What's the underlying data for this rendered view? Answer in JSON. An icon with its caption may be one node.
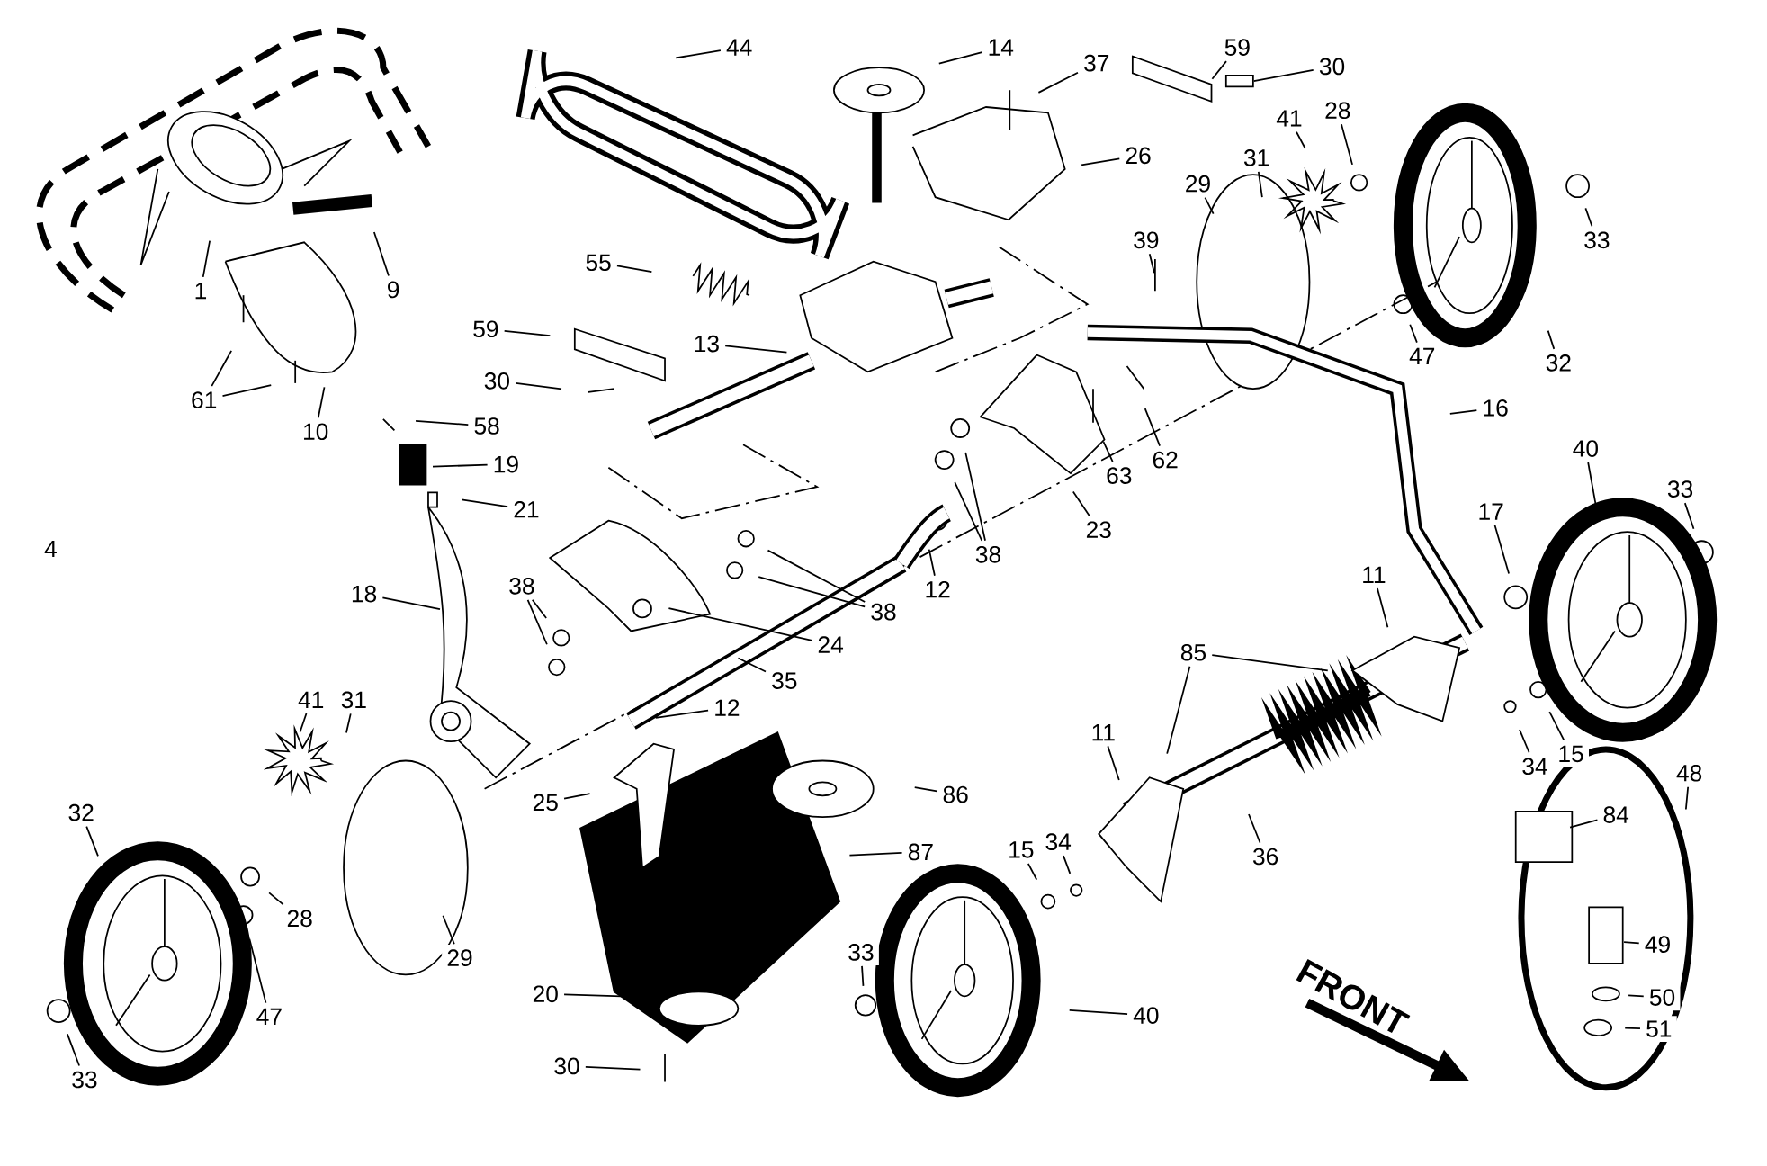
{
  "diagram": {
    "nodes": [
      {
        "text": [
          "1"
        ]
      },
      {
        "text": [
          "9"
        ]
      },
      {
        "text": [
          "61"
        ]
      },
      {
        "text": [
          "10"
        ]
      },
      {
        "text": [
          "44"
        ]
      },
      {
        "text": [
          "14"
        ]
      },
      {
        "text": [
          "37"
        ]
      },
      {
        "text": [
          "59"
        ]
      },
      {
        "text": [
          "30"
        ]
      },
      {
        "text": [
          "26"
        ]
      },
      {
        "text": [
          "41"
        ]
      },
      {
        "text": [
          "28"
        ]
      },
      {
        "text": [
          "31"
        ]
      },
      {
        "text": [
          "29"
        ]
      },
      {
        "text": [
          "33"
        ]
      },
      {
        "text": [
          "39"
        ]
      },
      {
        "text": [
          "55"
        ]
      },
      {
        "text": [
          "59"
        ]
      },
      {
        "text": [
          "13"
        ]
      },
      {
        "text": [
          "47"
        ]
      },
      {
        "text": [
          "32"
        ]
      },
      {
        "text": [
          "30"
        ]
      },
      {
        "text": [
          "16"
        ]
      },
      {
        "text": [
          "58"
        ]
      },
      {
        "text": [
          "40"
        ]
      },
      {
        "text": [
          "19"
        ]
      },
      {
        "text": [
          "62"
        ]
      },
      {
        "text": [
          "63"
        ]
      },
      {
        "text": [
          "33"
        ]
      },
      {
        "text": [
          "21"
        ]
      },
      {
        "text": [
          "17"
        ]
      },
      {
        "text": [
          "23"
        ]
      },
      {
        "text": [
          "38"
        ]
      },
      {
        "text": [
          "11"
        ]
      },
      {
        "text": [
          "38"
        ]
      },
      {
        "text": [
          "12"
        ]
      },
      {
        "text": [
          "18"
        ]
      },
      {
        "text": [
          "38"
        ]
      },
      {
        "text": [
          "24"
        ]
      },
      {
        "text": [
          "85"
        ]
      },
      {
        "text": [
          "35"
        ]
      },
      {
        "text": [
          "41"
        ]
      },
      {
        "text": [
          "31"
        ]
      },
      {
        "text": [
          "12"
        ]
      },
      {
        "text": [
          "11"
        ]
      },
      {
        "text": [
          "34"
        ]
      },
      {
        "text": [
          "15"
        ]
      },
      {
        "text": [
          "48"
        ]
      },
      {
        "text": [
          "25"
        ]
      },
      {
        "text": [
          "86"
        ]
      },
      {
        "text": [
          "32"
        ]
      },
      {
        "text": [
          "84"
        ]
      },
      {
        "text": [
          "15"
        ]
      },
      {
        "text": [
          "34"
        ]
      },
      {
        "text": [
          "87"
        ]
      },
      {
        "text": [
          "36"
        ]
      },
      {
        "text": [
          "28"
        ]
      },
      {
        "text": [
          "49"
        ]
      },
      {
        "text": [
          "33"
        ]
      },
      {
        "text": [
          "29"
        ]
      },
      {
        "text": [
          "20"
        ]
      },
      {
        "text": [
          "50"
        ]
      },
      {
        "text": [
          "40"
        ]
      },
      {
        "text": [
          "47"
        ]
      },
      {
        "text": [
          "51"
        ]
      },
      {
        "text": [
          "30"
        ]
      },
      {
        "text": [
          "33"
        ]
      },
      {
        "text": [],
        "shape": "box"
      },
      {
        "text": [],
        "shape": "box"
      }
    ],
    "edges": [
      {
        "from": 0,
        "to": null,
        "arrow": "none"
      },
      {
        "from": 1,
        "to": null,
        "arrow": "none"
      },
      {
        "from": 2,
        "to": null,
        "arrow": "none"
      },
      {
        "from": 2,
        "to": null,
        "arrow": "none"
      },
      {
        "from": 3,
        "to": null,
        "arrow": "none"
      },
      {
        "from": 4,
        "to": null,
        "arrow": "none"
      },
      {
        "from": 5,
        "to": null,
        "arrow": "none"
      },
      {
        "from": 6,
        "to": null,
        "arrow": "none"
      },
      {
        "from": 7,
        "to": 67,
        "arrow": "none"
      },
      {
        "from": 8,
        "to": 68,
        "arrow": "none"
      },
      {
        "from": 9,
        "to": null,
        "arrow": "none"
      },
      {
        "from": 10,
        "to": null,
        "arrow": "none"
      },
      {
        "from": 11,
        "to": null,
        "arrow": "none"
      },
      {
        "from": 12,
        "to": null,
        "arrow": "none"
      },
      {
        "from": 13,
        "to": null,
        "arrow": "none"
      },
      {
        "from": 14,
        "to": null,
        "arrow": "none"
      },
      {
        "from": 15,
        "to": null,
        "arrow": "none"
      },
      {
        "from": 16,
        "to": null,
        "arrow": "none"
      },
      {
        "from": 17,
        "to": null,
        "arrow": "none"
      },
      {
        "from": 18,
        "to": null,
        "arrow": "none"
      },
      {
        "from": 19,
        "to": null,
        "arrow": "none"
      },
      {
        "from": 20,
        "to": null,
        "arrow": "none"
      },
      {
        "from": 21,
        "to": null,
        "arrow": "none"
      },
      {
        "from": 22,
        "to": null,
        "arrow": "none"
      },
      {
        "from": 23,
        "to": null,
        "arrow": "none"
      },
      {
        "from": 24,
        "to": null,
        "arrow": "none"
      },
      {
        "from": 25,
        "to": null,
        "arrow": "none"
      },
      {
        "from": 26,
        "to": null,
        "arrow": "none"
      },
      {
        "from": 27,
        "to": null,
        "arrow": "none"
      },
      {
        "from": 28,
        "to": null,
        "arrow": "none"
      },
      {
        "from": 29,
        "to": null,
        "arrow": "none"
      },
      {
        "from": 30,
        "to": null,
        "arrow": "none"
      },
      {
        "from": 31,
        "to": null,
        "arrow": "none"
      },
      {
        "from": 32,
        "to": null,
        "arrow": "none"
      },
      {
        "from": 32,
        "to": null,
        "arrow": "none"
      },
      {
        "from": 33,
        "to": null,
        "arrow": "none"
      },
      {
        "from": 34,
        "to": null,
        "arrow": "none"
      },
      {
        "from": 34,
        "to": null,
        "arrow": "none"
      },
      {
        "from": 35,
        "to": null,
        "arrow": "none"
      },
      {
        "from": 36,
        "to": null,
        "arrow": "none"
      },
      {
        "from": 37,
        "to": null,
        "arrow": "none"
      },
      {
        "from": 37,
        "to": null,
        "arrow": "none"
      },
      {
        "from": 38,
        "to": null,
        "arrow": "none"
      },
      {
        "from": 39,
        "to": null,
        "arrow": "none"
      },
      {
        "from": 39,
        "to": null,
        "arrow": "none"
      },
      {
        "from": 40,
        "to": null,
        "arrow": "none"
      },
      {
        "from": 41,
        "to": null,
        "arrow": "none"
      },
      {
        "from": 42,
        "to": null,
        "arrow": "none"
      },
      {
        "from": 43,
        "to": null,
        "arrow": "none"
      },
      {
        "from": 44,
        "to": null,
        "arrow": "none"
      },
      {
        "from": 45,
        "to": null,
        "arrow": "none"
      },
      {
        "from": 46,
        "to": null,
        "arrow": "none"
      },
      {
        "from": 47,
        "to": null,
        "arrow": "none"
      },
      {
        "from": 48,
        "to": null,
        "arrow": "none"
      },
      {
        "from": 49,
        "to": null,
        "arrow": "none"
      },
      {
        "from": 50,
        "to": null,
        "arrow": "none"
      },
      {
        "from": 51,
        "to": null,
        "arrow": "none"
      },
      {
        "from": 52,
        "to": null,
        "arrow": "none"
      },
      {
        "from": 53,
        "to": null,
        "arrow": "none"
      },
      {
        "from": 54,
        "to": null,
        "arrow": "none"
      },
      {
        "from": 55,
        "to": null,
        "arrow": "none"
      },
      {
        "from": 56,
        "to": null,
        "arrow": "none"
      },
      {
        "from": 57,
        "to": null,
        "arrow": "none"
      },
      {
        "from": 58,
        "to": null,
        "arrow": "none"
      },
      {
        "from": 59,
        "to": null,
        "arrow": "none"
      },
      {
        "from": 60,
        "to": null,
        "arrow": "none"
      },
      {
        "from": 61,
        "to": null,
        "arrow": "none"
      },
      {
        "from": 62,
        "to": null,
        "arrow": "none"
      },
      {
        "from": 63,
        "to": null,
        "arrow": "none"
      },
      {
        "from": 64,
        "to": null,
        "arrow": "none"
      },
      {
        "from": 65,
        "to": null,
        "arrow": "none"
      },
      {
        "from": 66,
        "to": null,
        "arrow": "none"
      }
    ],
    "labels": [
      "4",
      "FRONT"
    ]
  }
}
